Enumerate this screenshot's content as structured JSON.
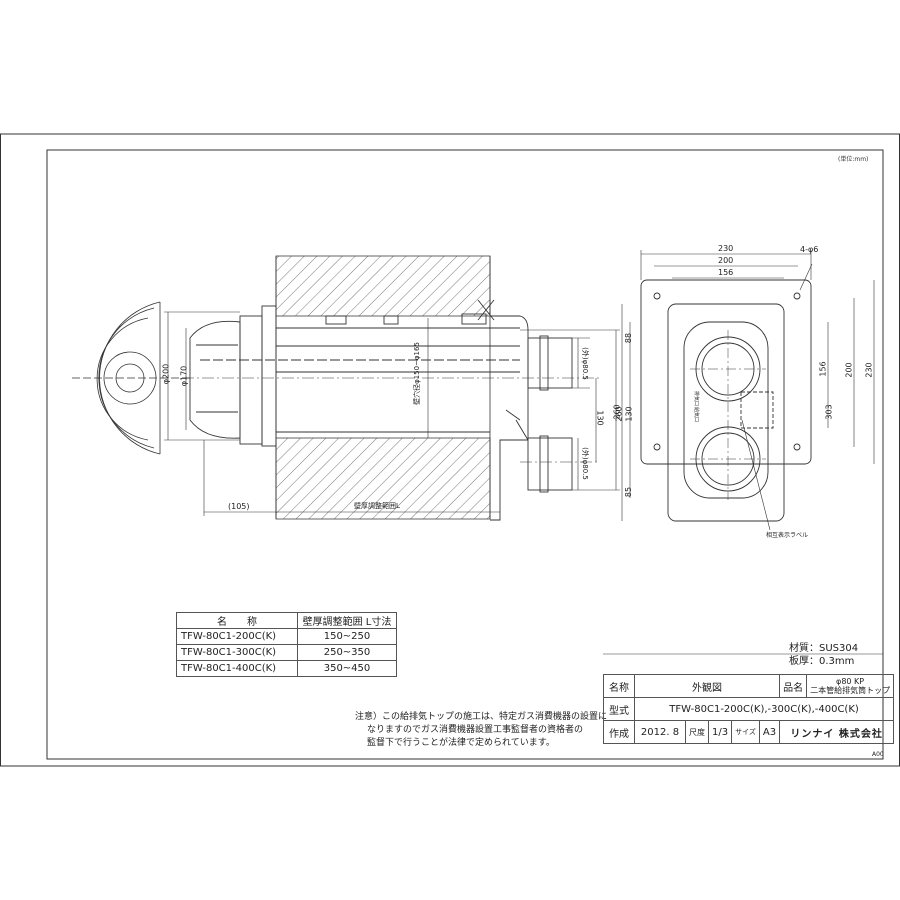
{
  "unit_note": "(単位:mm)",
  "dims": {
    "side": {
      "phi200": "φ200",
      "phi170": "φ170",
      "hole_range": "壁穴径φ150~φ165",
      "d105": "(105)",
      "wall_adjust": "壁厚調整範囲L",
      "phi80_5_top": "(外)φ80.5",
      "phi80_5_bottom": "(外)φ80.5",
      "d130": "130",
      "d260": "260"
    },
    "front": {
      "w230": "230",
      "w200": "200",
      "w156": "156",
      "holes": "4-φ6",
      "h88": "88",
      "h130": "130",
      "h85": "85",
      "h260": "260",
      "h156": "156",
      "h200": "200",
      "h230": "230",
      "h303": "303",
      "label_note": "相互表示ラベル",
      "exhaust": "排気口",
      "intake": "給気口"
    }
  },
  "length_table": {
    "headers": [
      "名　　称",
      "壁厚調整範囲  L寸法"
    ],
    "rows": [
      [
        "TFW-80C1-200C(K)",
        "150~250"
      ],
      [
        "TFW-80C1-300C(K)",
        "250~350"
      ],
      [
        "TFW-80C1-400C(K)",
        "350~450"
      ]
    ]
  },
  "material": {
    "line1": "材質：SUS304",
    "line2": "板厚：0.3mm"
  },
  "notice": {
    "line1": "注意）この給排気トップの施工は、特定ガス消費機器の設置に",
    "line2": "なりますのでガス消費機器設置工事監督者の資格者の",
    "line3": "監督下で行うことが法律で定められています。"
  },
  "title_block": {
    "name_label": "名称",
    "name_value": "外観図",
    "product_label": "品名",
    "product_value1": "φ80 KP",
    "product_value2": "二本管給排気筒トップ",
    "model_label": "型式",
    "model_value": "TFW-80C1-200C(K),-300C(K),-400C(K)",
    "made_label": "作成",
    "made_value": "2012. 8",
    "scale_label": "尺度",
    "scale_value": "1/3",
    "size_label": "サイズ",
    "size_value": "A3",
    "company": "リンナイ 株式会社"
  },
  "doc_id": "A00"
}
